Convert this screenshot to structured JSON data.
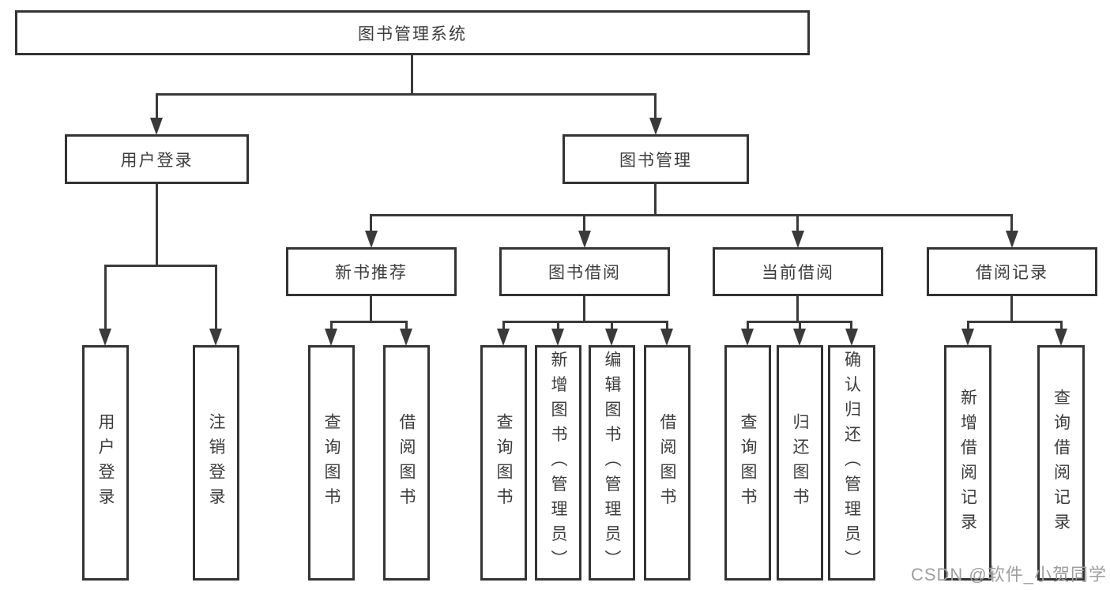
{
  "tree": {
    "root": {
      "label": "图书管理系统"
    },
    "level2": [
      {
        "label": "用户登录",
        "children": [
          {
            "label": "用户登录"
          },
          {
            "label": "注销登录"
          }
        ]
      },
      {
        "label": "图书管理",
        "children": [
          {
            "label": "新书推荐",
            "children": [
              {
                "label": "查询图书"
              },
              {
                "label": "借阅图书"
              }
            ]
          },
          {
            "label": "图书借阅",
            "children": [
              {
                "label": "查询图书"
              },
              {
                "label": "新增图书（管理员）"
              },
              {
                "label": "编辑图书（管理员）"
              },
              {
                "label": "借阅图书"
              }
            ]
          },
          {
            "label": "当前借阅",
            "children": [
              {
                "label": "查询图书"
              },
              {
                "label": "归还图书"
              },
              {
                "label": "确认归还（管理员）"
              }
            ]
          },
          {
            "label": "借阅记录",
            "children": [
              {
                "label": "新增借阅记录"
              },
              {
                "label": "查询借阅记录"
              }
            ]
          }
        ]
      }
    ]
  },
  "watermark": {
    "text": "CSDN @软件_小贺同学"
  },
  "colors": {
    "line": "#3a3a3a",
    "box_border": "#333333",
    "box_fill": "#ffffff",
    "text": "#3c3c3c",
    "watermark": "#9e9e9e",
    "background": "#ffffff"
  }
}
